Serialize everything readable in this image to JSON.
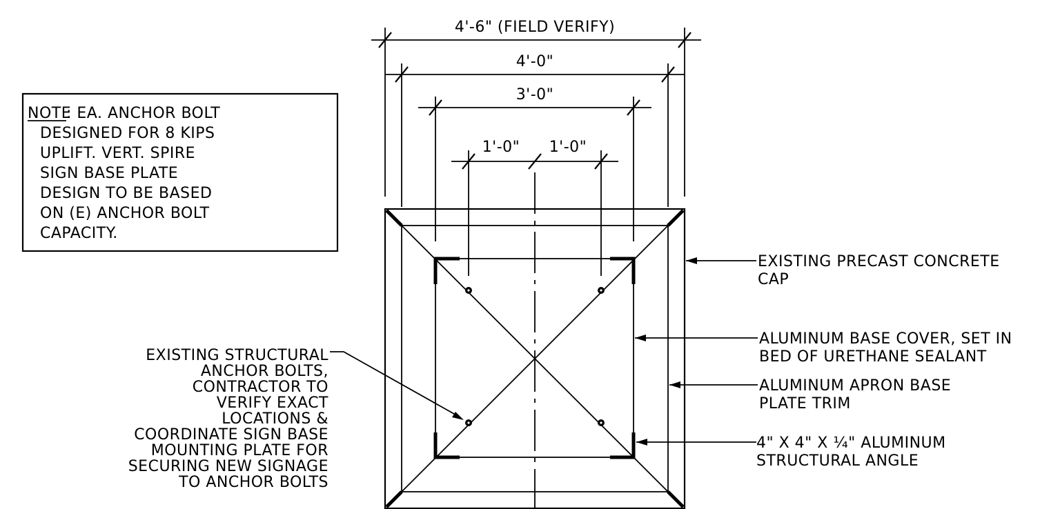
{
  "dimensions": {
    "overall_field_verify": "4'-6\" (FIELD VERIFY)",
    "cover": "4'-0\"",
    "angles": "3'-0\"",
    "bolt_left": "1'-0\"",
    "bolt_right": "1'-0\""
  },
  "note": {
    "label": "NOTE",
    "lines": [
      ": EA. ANCHOR BOLT",
      "DESIGNED FOR 8 KIPS",
      "UPLIFT.  VERT. SPIRE",
      "SIGN BASE PLATE",
      "DESIGN TO BE BASED",
      "ON (E) ANCHOR BOLT",
      "CAPACITY."
    ]
  },
  "callouts": {
    "anchor_bolts": [
      "EXISTING STRUCTURAL",
      "ANCHOR BOLTS,",
      "CONTRACTOR TO",
      "VERIFY EXACT",
      "LOCATIONS &",
      "COORDINATE SIGN BASE",
      "MOUNTING PLATE FOR",
      "SECURING NEW SIGNAGE",
      "TO ANCHOR BOLTS"
    ],
    "precast_cap": [
      "EXISTING PRECAST CONCRETE",
      "CAP"
    ],
    "base_cover": [
      "ALUMINUM BASE COVER, SET IN",
      "BED OF URETHANE SEALANT"
    ],
    "apron_trim": [
      "ALUMINUM APRON BASE",
      "PLATE TRIM"
    ],
    "structural_angle": [
      "4\" X 4\" X ¼\" ALUMINUM",
      "STRUCTURAL ANGLE"
    ]
  }
}
